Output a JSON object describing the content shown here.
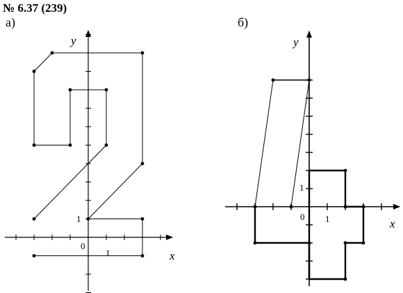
{
  "header": {
    "problem_number": "№ 6.37 (239)"
  },
  "panels": [
    {
      "id": "a",
      "label": "а)",
      "x_axis_label": "x",
      "y_axis_label": "y",
      "origin_label": "0",
      "unit_x_label": "1",
      "unit_y_label": "1",
      "thick": false,
      "polylines": [
        {
          "name": "digit-two-path",
          "points": [
            [
              -3,
              -1
            ],
            [
              3,
              -1
            ],
            [
              3,
              1
            ],
            [
              0,
              1
            ],
            [
              3,
              4
            ],
            [
              3,
              10
            ],
            [
              -2,
              10
            ],
            [
              -3,
              9
            ],
            [
              -3,
              5
            ],
            [
              -1,
              5
            ],
            [
              -1,
              8
            ],
            [
              1,
              8
            ],
            [
              1,
              5
            ],
            [
              -3,
              1
            ]
          ]
        }
      ],
      "dots": [
        [
          -3,
          -1
        ],
        [
          3,
          -1
        ],
        [
          3,
          1
        ],
        [
          0,
          1
        ],
        [
          3,
          4
        ],
        [
          3,
          10
        ],
        [
          -2,
          10
        ],
        [
          -3,
          9
        ],
        [
          -3,
          5
        ],
        [
          -1,
          5
        ],
        [
          -1,
          8
        ],
        [
          1,
          8
        ],
        [
          1,
          5
        ],
        [
          -3,
          1
        ]
      ]
    },
    {
      "id": "b",
      "label": "б)",
      "x_axis_label": "x",
      "y_axis_label": "y",
      "origin_label": "0",
      "unit_x_label": "1",
      "unit_y_label": "1",
      "thick": true,
      "polylines": [
        {
          "name": "digit-four-path",
          "points": [
            [
              -3,
              0
            ],
            [
              -2,
              7
            ],
            [
              0,
              7
            ],
            [
              -1,
              0
            ]
          ]
        },
        {
          "name": "cross-shape-path",
          "points": [
            [
              0,
              2
            ],
            [
              2,
              2
            ],
            [
              2,
              0
            ],
            [
              3,
              0
            ],
            [
              3,
              -2
            ],
            [
              2,
              -2
            ],
            [
              2,
              -4
            ],
            [
              0,
              -4
            ],
            [
              0,
              -2
            ],
            [
              -3,
              -2
            ],
            [
              -3,
              0
            ]
          ]
        }
      ],
      "dots": [
        [
          -3,
          0
        ],
        [
          -2,
          7
        ],
        [
          0,
          7
        ],
        [
          -1,
          0
        ],
        [
          2,
          2
        ],
        [
          2,
          0
        ],
        [
          3,
          0
        ],
        [
          3,
          -2
        ],
        [
          2,
          -2
        ],
        [
          2,
          -4
        ],
        [
          0,
          -2
        ],
        [
          -3,
          -2
        ]
      ]
    }
  ]
}
